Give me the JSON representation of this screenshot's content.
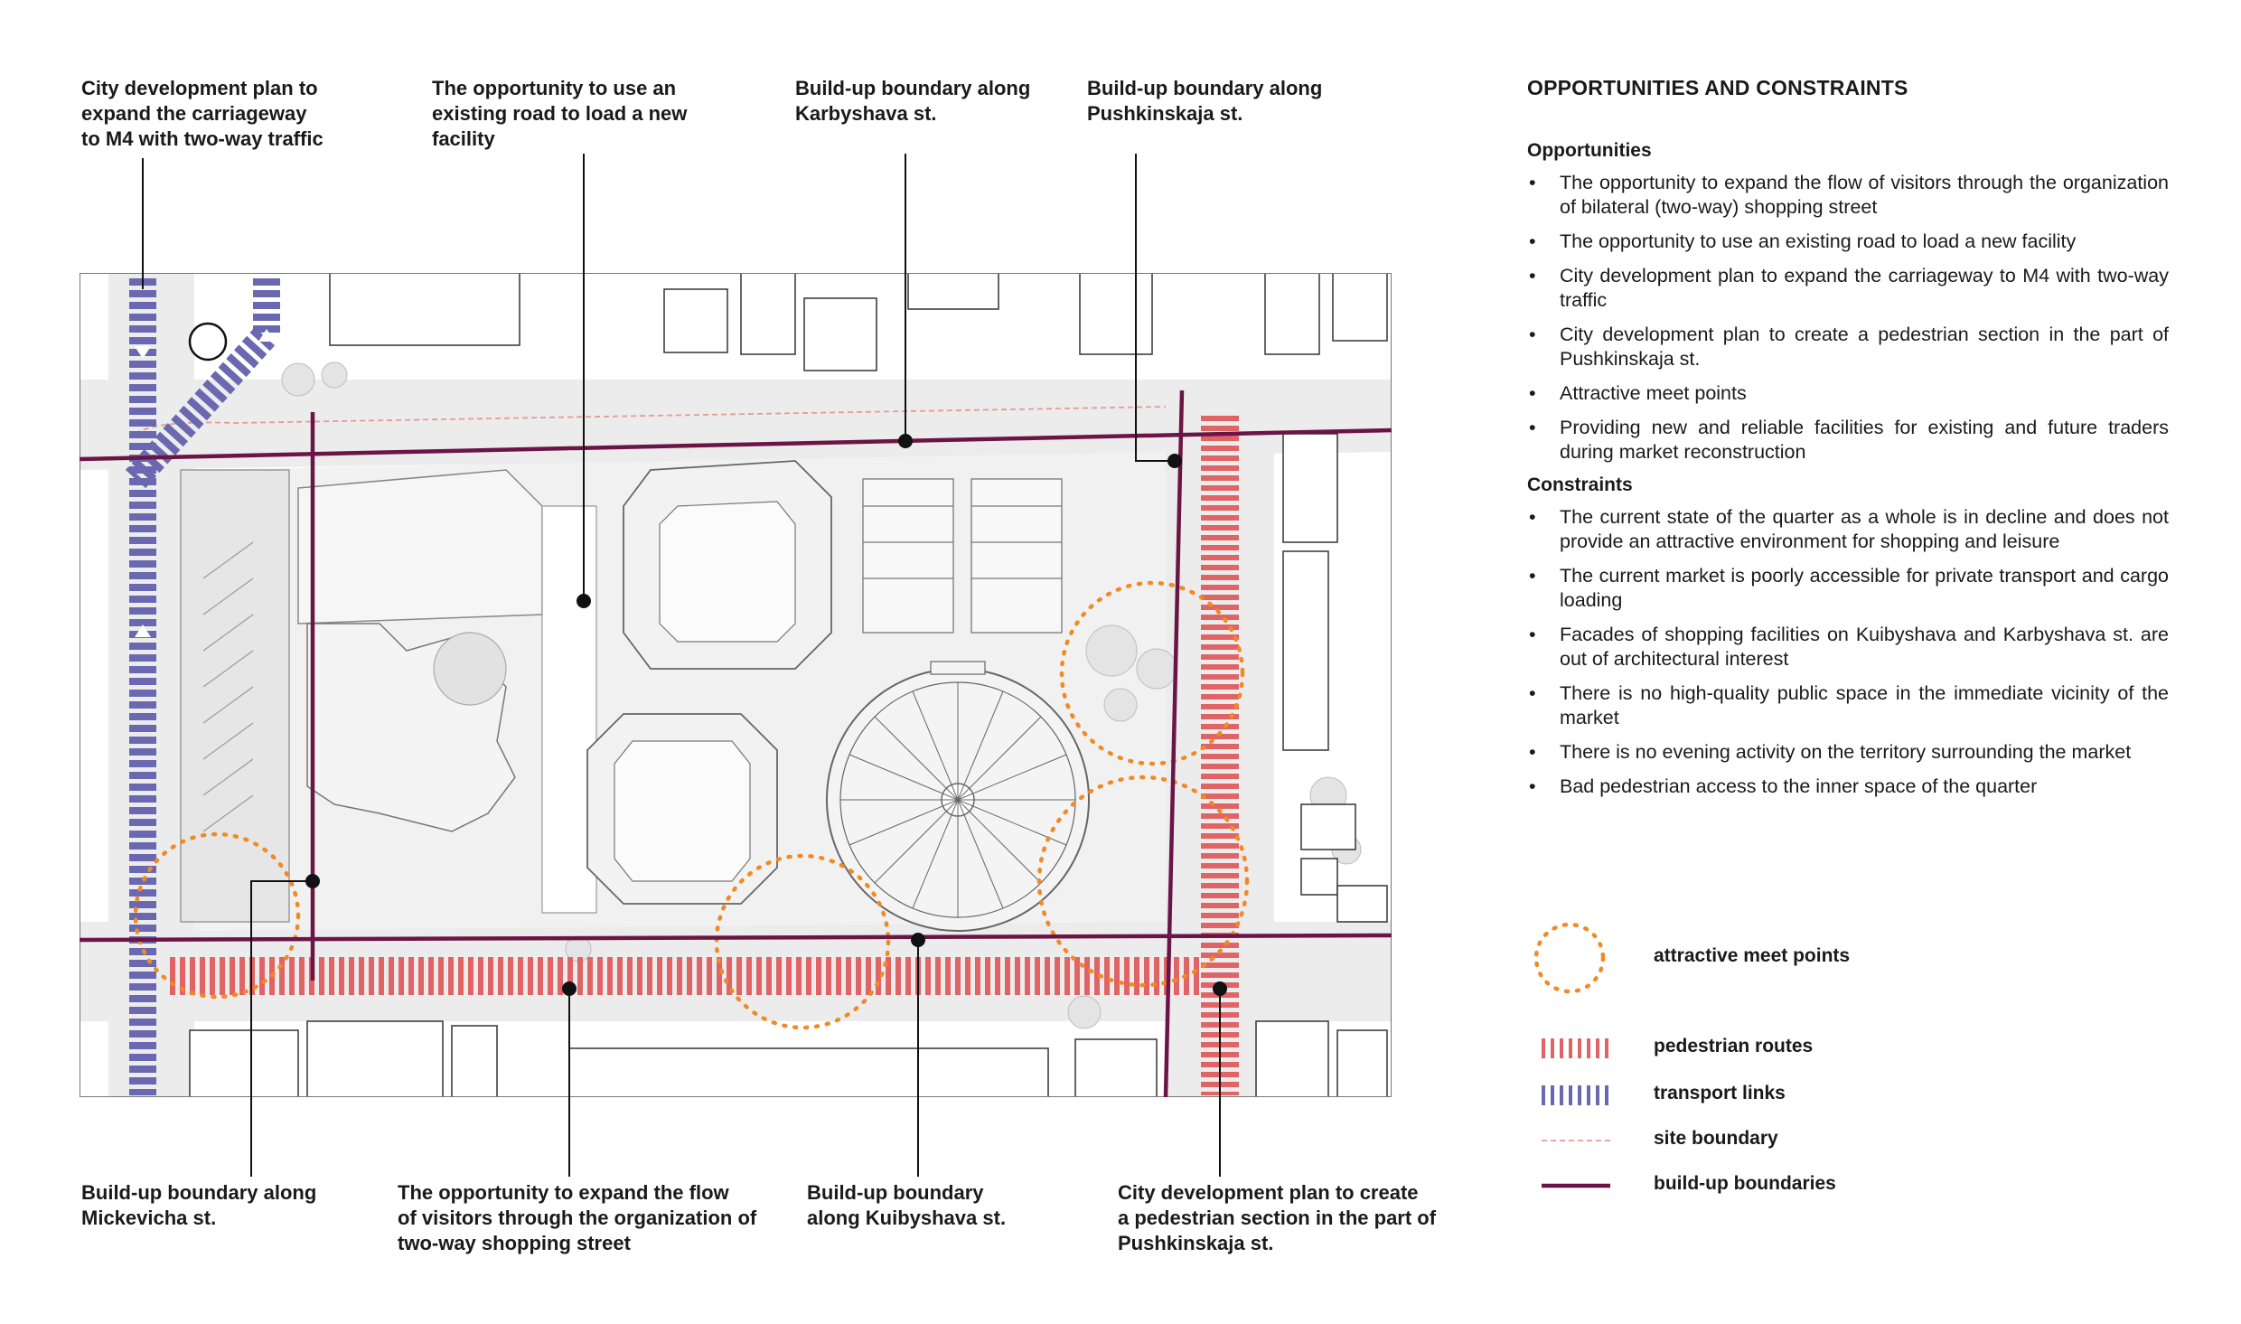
{
  "callouts": {
    "m4": "City development plan to\nexpand the carriageway\nto M4 with two-way traffic",
    "road": "The opportunity to use an\nexisting road to load a new\nfacility",
    "karbyshava": "Build-up boundary along\nKarbyshava st.",
    "pushkinskaja": "Build-up boundary along\nPushkinskaja st.",
    "mickevicha": "Build-up boundary along\nMickevicha st.",
    "flow": "The opportunity to expand the flow\nof visitors through the organization of\ntwo-way shopping street",
    "kuibyshava": "Build-up boundary\nalong Kuibyshava st.",
    "pedestrian_section": "City development plan to create\na pedestrian section in the part of\nPushkinskaja st."
  },
  "panel": {
    "title": "OPPORTUNITIES AND CONSTRAINTS",
    "opportunities_heading": "Opportunities",
    "opportunities": [
      "The opportunity to expand the flow of visitors through the organization of bilateral (two-way) shopping street",
      "The opportunity to use an existing road to load a new facility",
      "City development plan to expand the carriageway to M4 with two-way traffic",
      "City development plan to create a pedestrian section in the part of Pushkinskaja st.",
      "Attractive meet points",
      "Providing new and reliable facilities for existing and future traders during market reconstruction"
    ],
    "constraints_heading": "Constraints",
    "constraints": [
      "The current state of the quarter as a whole is in decline and does not provide an attractive environment for shopping and leisure",
      "The current market is poorly accessible for private transport and cargo loading",
      "Facades of shopping facilities on Kuibyshava and Karbyshava st. are out of architectural interest",
      "There is no high-quality public space in the immediate vicinity of the market",
      "There is no evening activity on the territory surrounding the market",
      "Bad pedestrian access to the inner space of the quarter"
    ]
  },
  "legend": {
    "meet_points": "attractive meet points",
    "pedestrian_routes": "pedestrian routes",
    "transport_links": "transport links",
    "site_boundary": "site boundary",
    "buildup_boundaries": "build-up boundaries"
  },
  "colors": {
    "meet_points": "#f08a24",
    "pedestrian": "#e06466",
    "transport": "#6a68b0",
    "site_boundary": "#e89a94",
    "buildup": "#6b1446"
  }
}
